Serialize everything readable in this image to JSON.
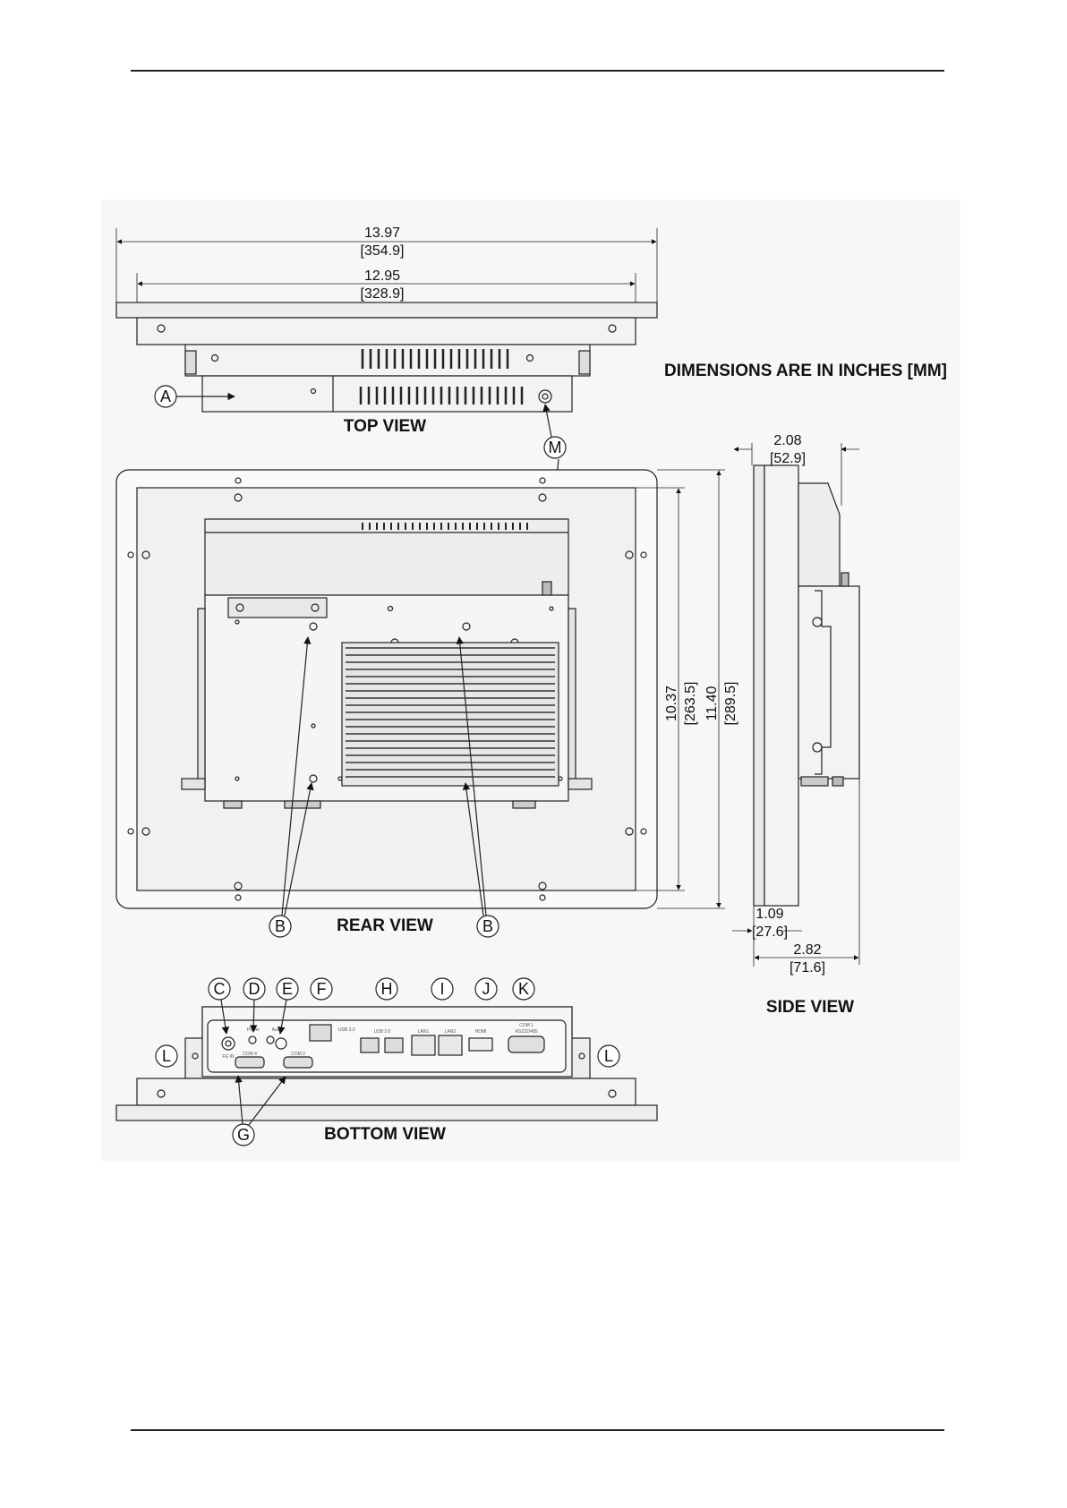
{
  "note": "DIMENSIONS ARE IN INCHES [MM]",
  "views": {
    "top": "TOP VIEW",
    "rear": "REAR VIEW",
    "side": "SIDE VIEW",
    "bottom": "BOTTOM VIEW"
  },
  "dimensions": {
    "overall_width": {
      "in": "13.97",
      "mm": "[354.9]"
    },
    "bezel_width": {
      "in": "12.95",
      "mm": "[328.9]"
    },
    "inner_height": {
      "in": "10.37",
      "mm": "[263.5]"
    },
    "overall_height": {
      "in": "11.40",
      "mm": "[289.5]"
    },
    "side_depth_top": {
      "in": "2.08",
      "mm": "[52.9]"
    },
    "side_depth_bezel": {
      "in": "1.09",
      "mm": "[27.6]"
    },
    "side_depth_total": {
      "in": "2.82",
      "mm": "[71.6]"
    }
  },
  "callouts": {
    "A": "A",
    "B": "B",
    "C": "C",
    "D": "D",
    "E": "E",
    "F": "F",
    "G": "G",
    "H": "H",
    "I": "I",
    "J": "J",
    "K": "K",
    "L": "L",
    "M": "M"
  },
  "ports": {
    "fg_in": "FG IN",
    "power": "Power",
    "audio": "Audio",
    "com4": "COM 4",
    "com2": "COM 2",
    "usb30": "USB 3.0",
    "usb20": "USB 2.0",
    "lan1": "LAN1",
    "lan2": "LAN2",
    "hdmi": "HDMI",
    "com1": "COM 1",
    "com1_sub": "RS232/485"
  }
}
